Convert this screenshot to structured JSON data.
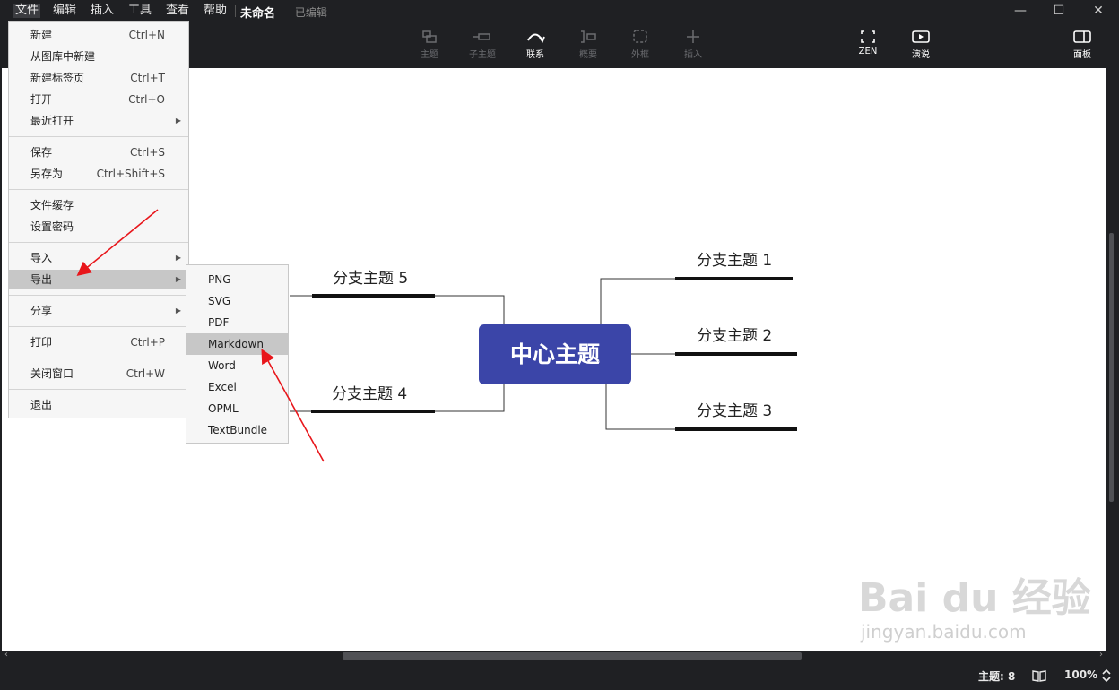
{
  "menubar": {
    "items": [
      "文件",
      "编辑",
      "插入",
      "工具",
      "查看",
      "帮助"
    ],
    "doc_title": "未命名",
    "doc_status": "— 已编辑"
  },
  "window": {
    "minimize": "—",
    "maximize": "☐",
    "close": "✕"
  },
  "toolbar": {
    "topic": "主题",
    "subtopic": "子主题",
    "relationship": "联系",
    "summary": "概要",
    "boundary": "外框",
    "insert": "插入",
    "zen": "ZEN",
    "present": "演说",
    "panel": "面板"
  },
  "file_menu": {
    "new": "新建",
    "new_sc": "Ctrl+N",
    "new_from_gallery": "从图库中新建",
    "new_tab": "新建标签页",
    "new_tab_sc": "Ctrl+T",
    "open": "打开",
    "open_sc": "Ctrl+O",
    "recent": "最近打开",
    "save": "保存",
    "save_sc": "Ctrl+S",
    "save_as": "另存为",
    "save_as_sc": "Ctrl+Shift+S",
    "file_cache": "文件缓存",
    "set_password": "设置密码",
    "import": "导入",
    "export": "导出",
    "share": "分享",
    "print": "打印",
    "print_sc": "Ctrl+P",
    "close_window": "关闭窗口",
    "close_window_sc": "Ctrl+W",
    "quit": "退出"
  },
  "export_menu": [
    "PNG",
    "SVG",
    "PDF",
    "Markdown",
    "Word",
    "Excel",
    "OPML",
    "TextBundle"
  ],
  "mindmap": {
    "central": "中心主题",
    "branch1": "分支主题 1",
    "branch2": "分支主题 2",
    "branch3": "分支主题 3",
    "branch4": "分支主题 4",
    "branch5": "分支主题 5"
  },
  "watermark": {
    "brand": "Bai du 经验",
    "url": "jingyan.baidu.com"
  },
  "statusbar": {
    "topic_count": "主题: 8",
    "zoom": "100%"
  },
  "colors": {
    "central_fill": "#3b45a8",
    "annotation_arrow": "#e8161b",
    "chrome": "#1f2023"
  }
}
